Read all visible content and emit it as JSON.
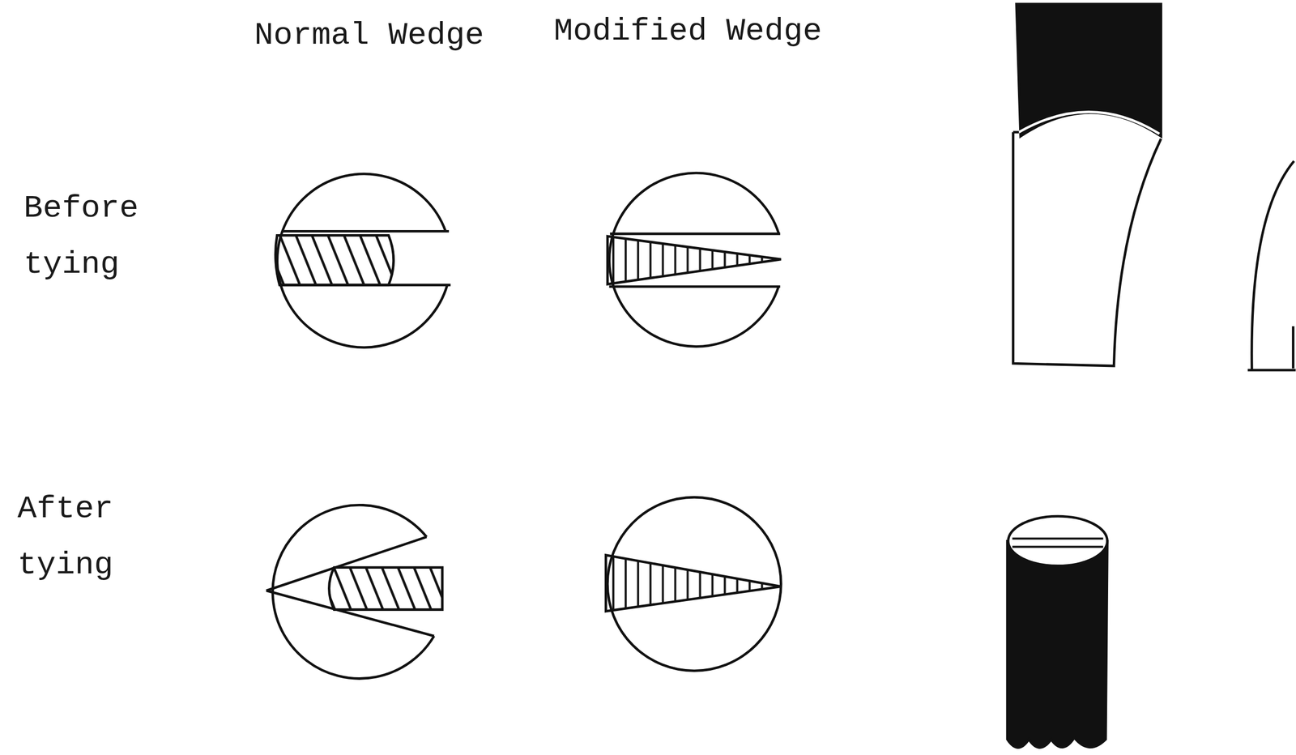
{
  "diagram": {
    "labels": [
      "Normal Wedge",
      "Modified Wedge",
      "Before tying",
      "After tying"
    ]
  }
}
